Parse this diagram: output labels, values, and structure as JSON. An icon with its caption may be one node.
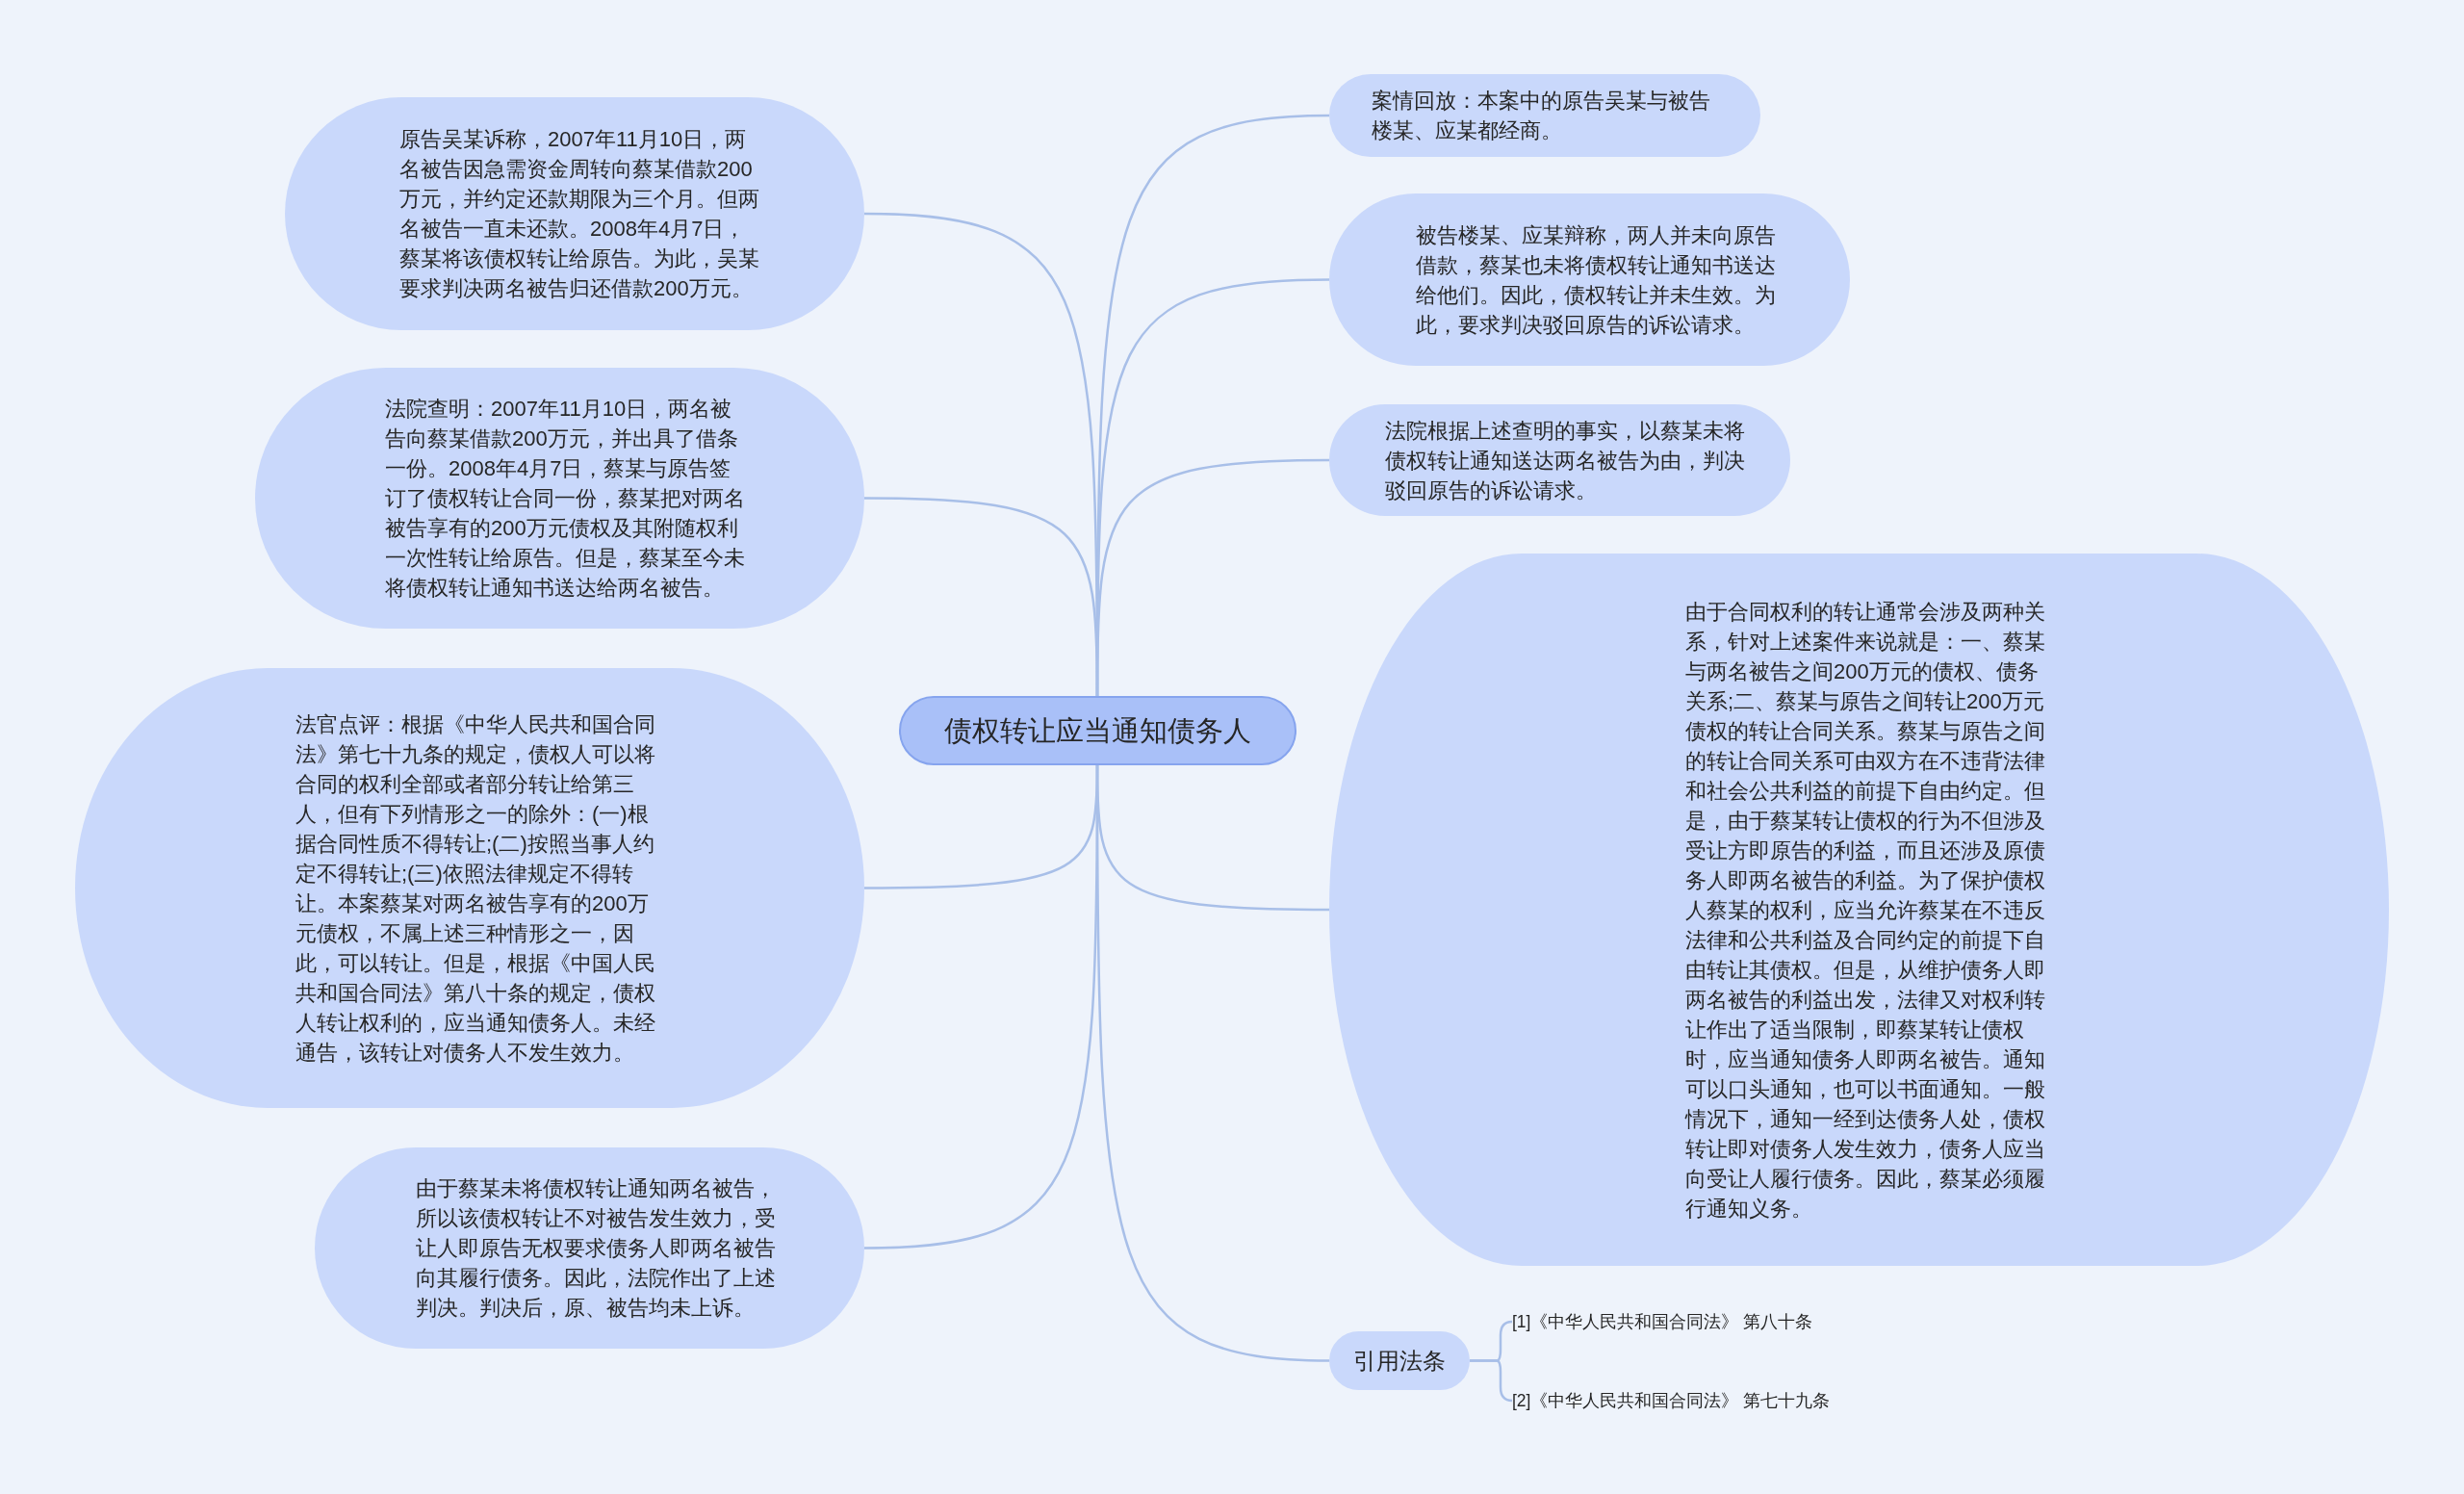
{
  "diagram": {
    "nodes": [
      {
        "text": [
          "债权转让应当通知债务人"
        ]
      },
      {
        "text": [
          "原告吴某诉称，2007年11月10日，两名被告因急需资金周转向蔡某借款200万元，并约定还款期限为三个月。但两名被告一直未还款。2008年4月7日，蔡某将该债权转让给原告。为此，吴某要求判决两名被告归还借款200万元。"
        ]
      },
      {
        "text": [
          "法院查明：2007年11月10日，两名被告向蔡某借款200万元，并出具了借条一份。2008年4月7日，蔡某与原告签订了债权转让合同一份，蔡某把对两名被告享有的200万元债权及其附随权利一次性转让给原告。但是，蔡某至今未将债权转让通知书送达给两名被告。"
        ]
      },
      {
        "text": [
          "法官点评：根据《中华人民共和国合同法》第七十九条的规定，债权人可以将合同的权利全部或者部分转让给第三人，但有下列情形之一的除外：(一)根据合同性质不得转让;(二)按照当事人约定不得转让;(三)依照法律规定不得转让。本案蔡某对两名被告享有的200万元债权，不属上述三种情形之一，因此，可以转让。但是，根据《中国人民共和国合同法》第八十条的规定，债权人转让权利的，应当通知债务人。未经通告，该转让对债务人不发生效力。"
        ]
      },
      {
        "text": [
          "由于蔡某未将债权转让通知两名被告，所以该债权转让不对被告发生效力，受让人即原告无权要求债务人即两名被告向其履行债务。因此，法院作出了上述判决。判决后，原、被告均未上诉。"
        ]
      },
      {
        "text": [
          "案情回放：本案中的原告吴某与被告楼某、应某都经商。"
        ]
      },
      {
        "text": [
          "被告楼某、应某辩称，两人并未向原告借款，蔡某也未将债权转让通知书送达给他们。因此，债权转让并未生效。为此，要求判决驳回原告的诉讼请求。"
        ]
      },
      {
        "text": [
          "法院根据上述查明的事实，以蔡某未将债权转让通知送达两名被告为由，判决驳回原告的诉讼请求。"
        ]
      },
      {
        "text": [
          "由于合同权利的转让通常会涉及两种关系，针对上述案件来说就是：一、蔡某与两名被告之间200万元的债权、债务关系;二、蔡某与原告之间转让200万元债权的转让合同关系。蔡某与原告之间的转让合同关系可由双方在不违背法律和社会公共利益的前提下自由约定。但是，由于蔡某转让债权的行为不但涉及受让方即原告的利益，而且还涉及原债务人即两名被告的利益。为了保护债权人蔡某的权利，应当允许蔡某在不违反法律和公共利益及合同约定的前提下自由转让其债权。但是，从维护债务人即两名被告的利益出发，法律又对权利转让作出了适当限制，即蔡某转让债权时，应当通知债务人即两名被告。通知可以口头通知，也可以书面通知。一般情况下，通知一经到达债务人处，债权转让即对债务人发生效力，债务人应当向受让人履行债务。因此，蔡某必须履行通知义务。"
        ]
      },
      {
        "text": [
          "引用法条"
        ]
      },
      {
        "text": [
          "[1]《中华人民共和国合同法》 第八十条"
        ]
      },
      {
        "text": [
          "[2]《中华人民共和国合同法》 第七十九条"
        ]
      }
    ],
    "edges": [
      {
        "from": 0,
        "to": 1,
        "arrow": "none"
      },
      {
        "from": 0,
        "to": 2,
        "arrow": "none"
      },
      {
        "from": 0,
        "to": 3,
        "arrow": "none"
      },
      {
        "from": 0,
        "to": 4,
        "arrow": "none"
      },
      {
        "from": 0,
        "to": 5,
        "arrow": "none"
      },
      {
        "from": 0,
        "to": 6,
        "arrow": "none"
      },
      {
        "from": 0,
        "to": 7,
        "arrow": "none"
      },
      {
        "from": 0,
        "to": 8,
        "arrow": "none"
      },
      {
        "from": 0,
        "to": 9,
        "arrow": "none"
      },
      {
        "from": 9,
        "to": 10,
        "arrow": "none"
      },
      {
        "from": 9,
        "to": 11,
        "arrow": "none"
      }
    ]
  }
}
